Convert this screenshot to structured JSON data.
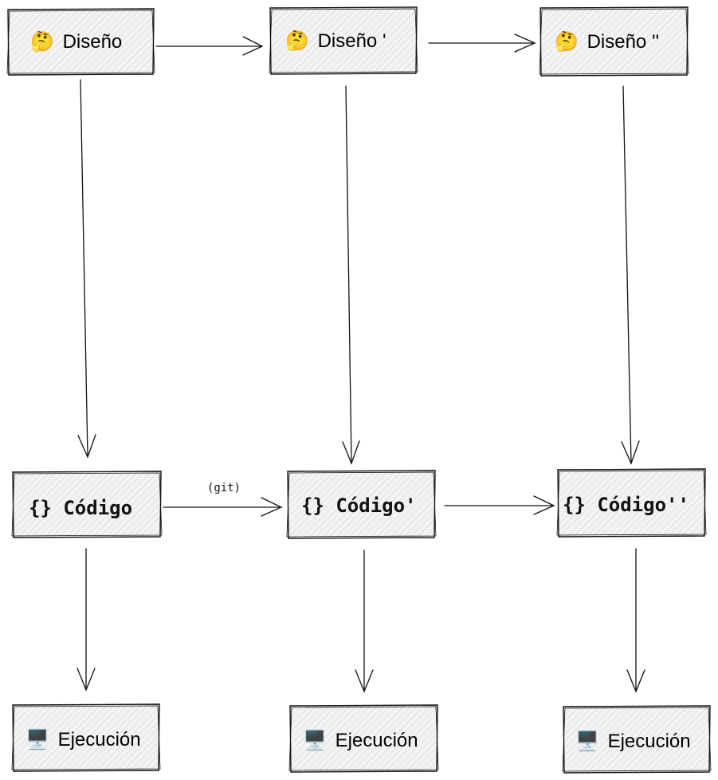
{
  "diagram": {
    "design_row": [
      {
        "emoji": "🤔",
        "label": "Diseño"
      },
      {
        "emoji": "🤔",
        "label": "Diseño '"
      },
      {
        "emoji": "🤔",
        "label": "Diseño ''"
      }
    ],
    "code_row": [
      {
        "label": "{} Código"
      },
      {
        "label": "{} Código'"
      },
      {
        "label": "{} Código''"
      }
    ],
    "run_row": [
      {
        "emoji": "🖥️",
        "label": "Ejecución"
      },
      {
        "emoji": "🖥️",
        "label": "Ejecución"
      },
      {
        "emoji": "🖥️",
        "label": "Ejecución"
      }
    ],
    "edge_labels": {
      "code_0_to_1": "(git)"
    },
    "colors": {
      "box_fill": "#f1f1f1",
      "hatch": "#d6d6d6",
      "stroke": "#111111"
    }
  }
}
